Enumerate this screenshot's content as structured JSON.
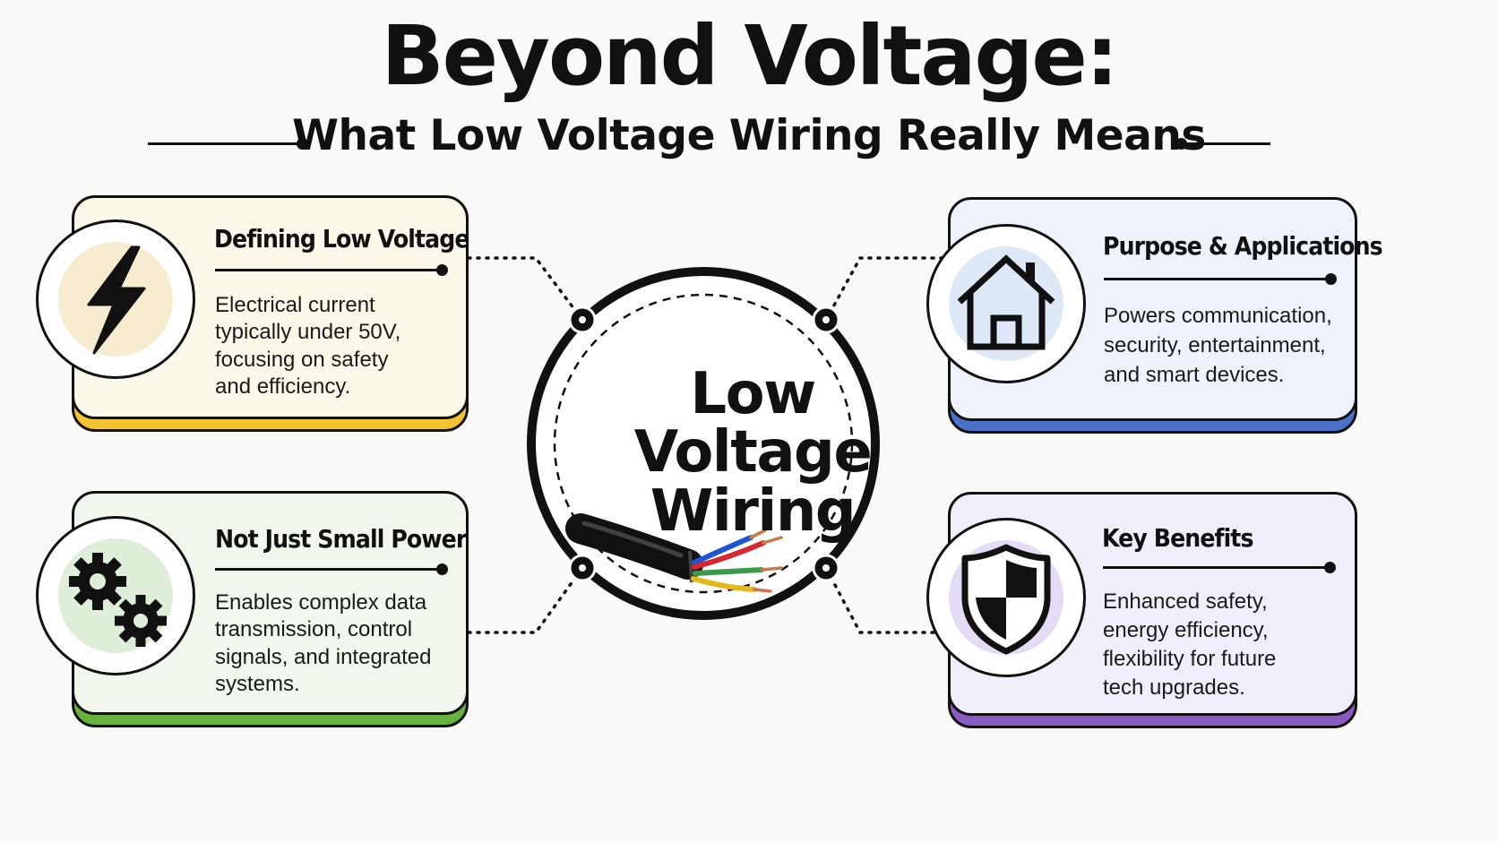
{
  "header": {
    "title": "Beyond Voltage:",
    "subtitle": "What Low Voltage Wiring Really Means"
  },
  "center": {
    "label_lines": [
      "Low",
      "Voltage",
      "Wiring"
    ],
    "icon": "wire-cable-icon"
  },
  "cards": [
    {
      "id": "defining-low-voltage",
      "title": "Defining Low Voltage",
      "body_lines": [
        "Electrical current",
        "typically under 50V,",
        "focusing on safety",
        "and efficiency."
      ],
      "icon": "lightning-bolt-icon",
      "accent": "#f4c430",
      "background": "#fbf8ea",
      "halo": "#f7ecd0"
    },
    {
      "id": "purpose-applications",
      "title": "Purpose & Applications",
      "body_lines": [
        "Powers communication,",
        "security, entertainment,",
        "and smart devices."
      ],
      "icon": "house-icon",
      "accent": "#4b72c8",
      "background": "#eef3fb",
      "halo": "#dfe8f7"
    },
    {
      "id": "not-just-small-power",
      "title": "Not Just Small Power",
      "body_lines": [
        "Enables complex data",
        "transmission, control",
        "signals, and integrated",
        "systems."
      ],
      "icon": "gears-icon",
      "accent": "#66b23c",
      "background": "#f1f7ec",
      "halo": "#dfeed8"
    },
    {
      "id": "key-benefits",
      "title": "Key Benefits",
      "body_lines": [
        "Enhanced safety,",
        "energy efficiency,",
        "flexibility for future",
        "tech upgrades."
      ],
      "icon": "shield-icon",
      "accent": "#8a5bc4",
      "background": "#f1eefa",
      "halo": "#e4dbf4"
    }
  ],
  "colors": {
    "ink": "#111111",
    "wire_red": "#d7282f",
    "wire_blue": "#1f56d6",
    "wire_green": "#3a9a4a",
    "wire_yellow": "#e5b81c",
    "copper": "#c8794a"
  }
}
